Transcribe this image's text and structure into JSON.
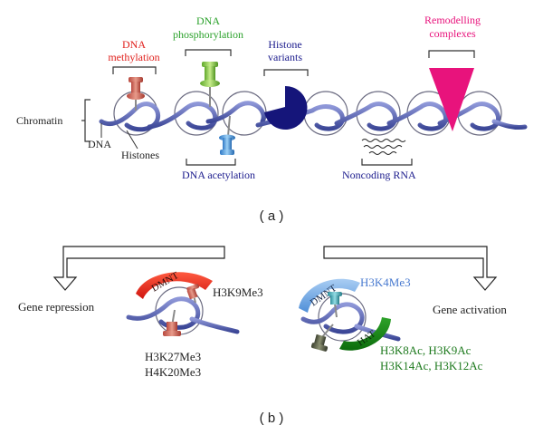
{
  "panel_a": {
    "label": "( a )",
    "chromatin_label": "Chromatin",
    "dna_label": "DNA",
    "histones_label": "Histones",
    "dna_methylation": [
      "DNA",
      "methylation"
    ],
    "dna_phosphorylation": [
      "DNA",
      "phosphorylation"
    ],
    "histone_variants": [
      "Histone",
      "variants"
    ],
    "remodelling_complexes": [
      "Remodelling",
      "complexes"
    ],
    "dna_acetylation": "DNA acetylation",
    "noncoding_rna": "Noncoding RNA"
  },
  "panel_b": {
    "label": "( b )",
    "gene_repression": "Gene repression",
    "gene_activation": "Gene activation",
    "left_enzyme": "DMNT",
    "left_top_mark": "H3K9Me3",
    "left_bottom_marks": [
      "H3K27Me3",
      "H4K20Me3"
    ],
    "right_enzyme_top": "DMNT",
    "right_enzyme_bottom": "HAT",
    "right_top_mark": "H3K4Me3",
    "right_bottom_marks": [
      "H3K8Ac, H3K9Ac",
      "H3K14Ac, H3K12Ac"
    ]
  },
  "colors": {
    "red": "#e0201c",
    "green": "#2aa12a",
    "navy": "#1a1a8c",
    "magenta": "#e8137c",
    "blue_label": "#4a7bd0",
    "dark_green": "#1e7a1e",
    "dna": "#5a66b8"
  }
}
